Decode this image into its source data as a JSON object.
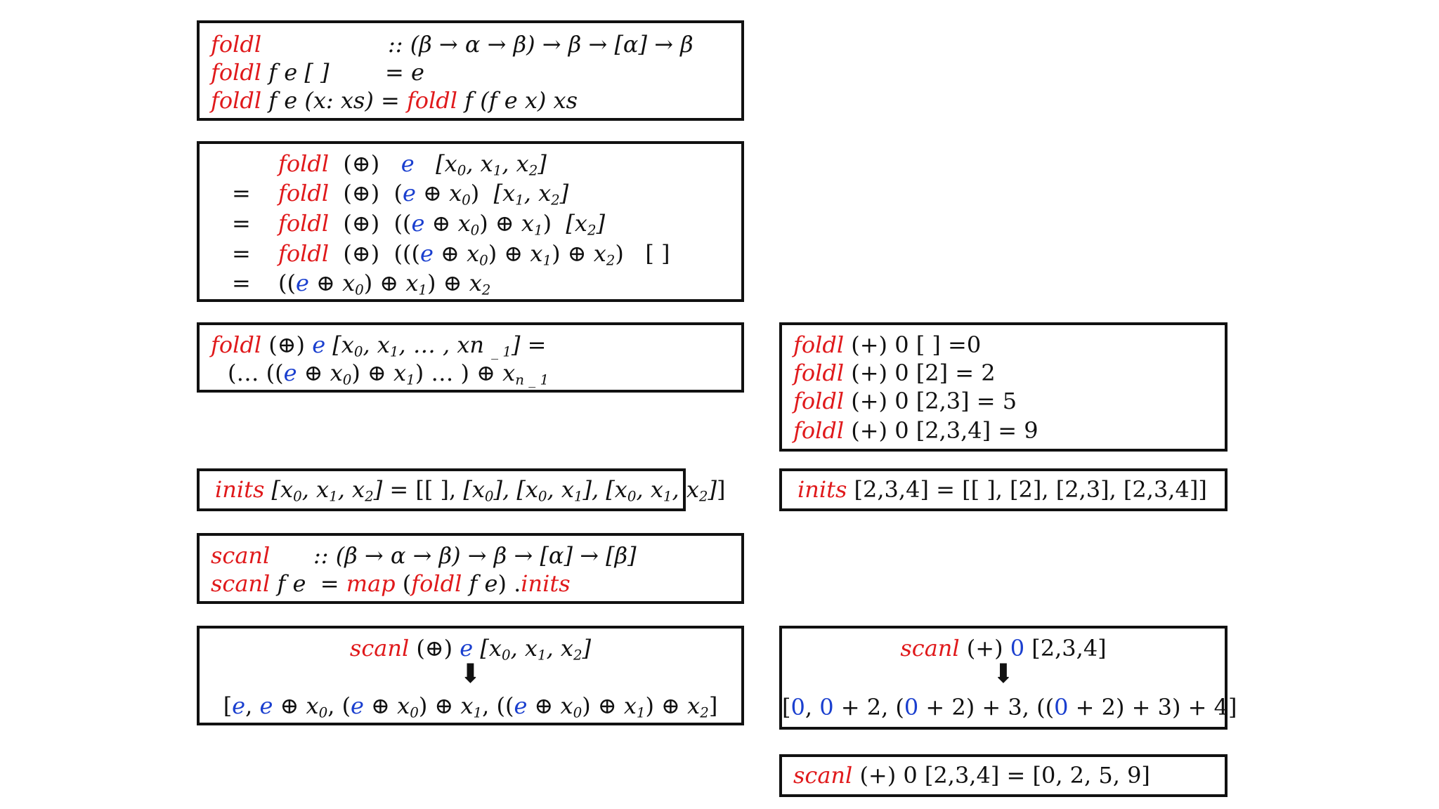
{
  "foldl_def": {
    "name": "foldl",
    "type_sig": ":: (β  → α  → β) → β → [α] → β",
    "case_empty_args": "f e [ ]",
    "case_empty_rhs": "= e",
    "case_cons_args": "f e (x: xs) =",
    "case_cons_rhs_rest": "f (f e x) xs"
  },
  "foldl_expansion": {
    "rows": [
      {
        "eq": "",
        "fn": "foldl",
        "op": "(⊕)"
      },
      {
        "eq": "=",
        "fn": "foldl",
        "op": "(⊕)"
      },
      {
        "eq": "=",
        "fn": "foldl",
        "op": "(⊕)"
      },
      {
        "eq": "=",
        "fn": "foldl",
        "op": "(⊕)"
      },
      {
        "eq": "=",
        "fn": "",
        "op": ""
      }
    ],
    "e": "e"
  },
  "foldl_general": {
    "fn": "foldl",
    "op": "(⊕)",
    "e": "e"
  },
  "foldl_examples": [
    {
      "fn": "foldl",
      "rest": "(+) 0 [ ] =0"
    },
    {
      "fn": "foldl",
      "rest": "(+) 0 [2] = 2"
    },
    {
      "fn": "foldl",
      "rest": "(+) 0 [2,3] = 5"
    },
    {
      "fn": "foldl",
      "rest": "(+) 0 [2,3,4] = 9"
    }
  ],
  "inits_general": {
    "fn": "inits"
  },
  "inits_example": {
    "fn": "inits",
    "rest": "[2,3,4] = [[ ], [2], [2,3], [2,3,4]]"
  },
  "scanl_def": {
    "name": "scanl",
    "type_sig": ":: (β  → α  → β) → β → [α] → [β]",
    "case_args": "f e",
    "case_eq": "=",
    "map": "map",
    "foldl": "foldl",
    "inits": "inits"
  },
  "scanl_general": {
    "fn": "scanl",
    "op": "(⊕)",
    "e": "e",
    "arrow": "⬇"
  },
  "scanl_example": {
    "fn": "scanl",
    "op": "(+)",
    "zero": "0",
    "list": "[2,3,4]",
    "arrow": "⬇"
  },
  "scanl_result": {
    "fn": "scanl",
    "rest": "(+) 0 [2,3,4] = [0, 2, 5, 9]"
  },
  "colors": {
    "keyword": "#e0191b",
    "seed": "#1a3fcf",
    "border": "#111111"
  }
}
